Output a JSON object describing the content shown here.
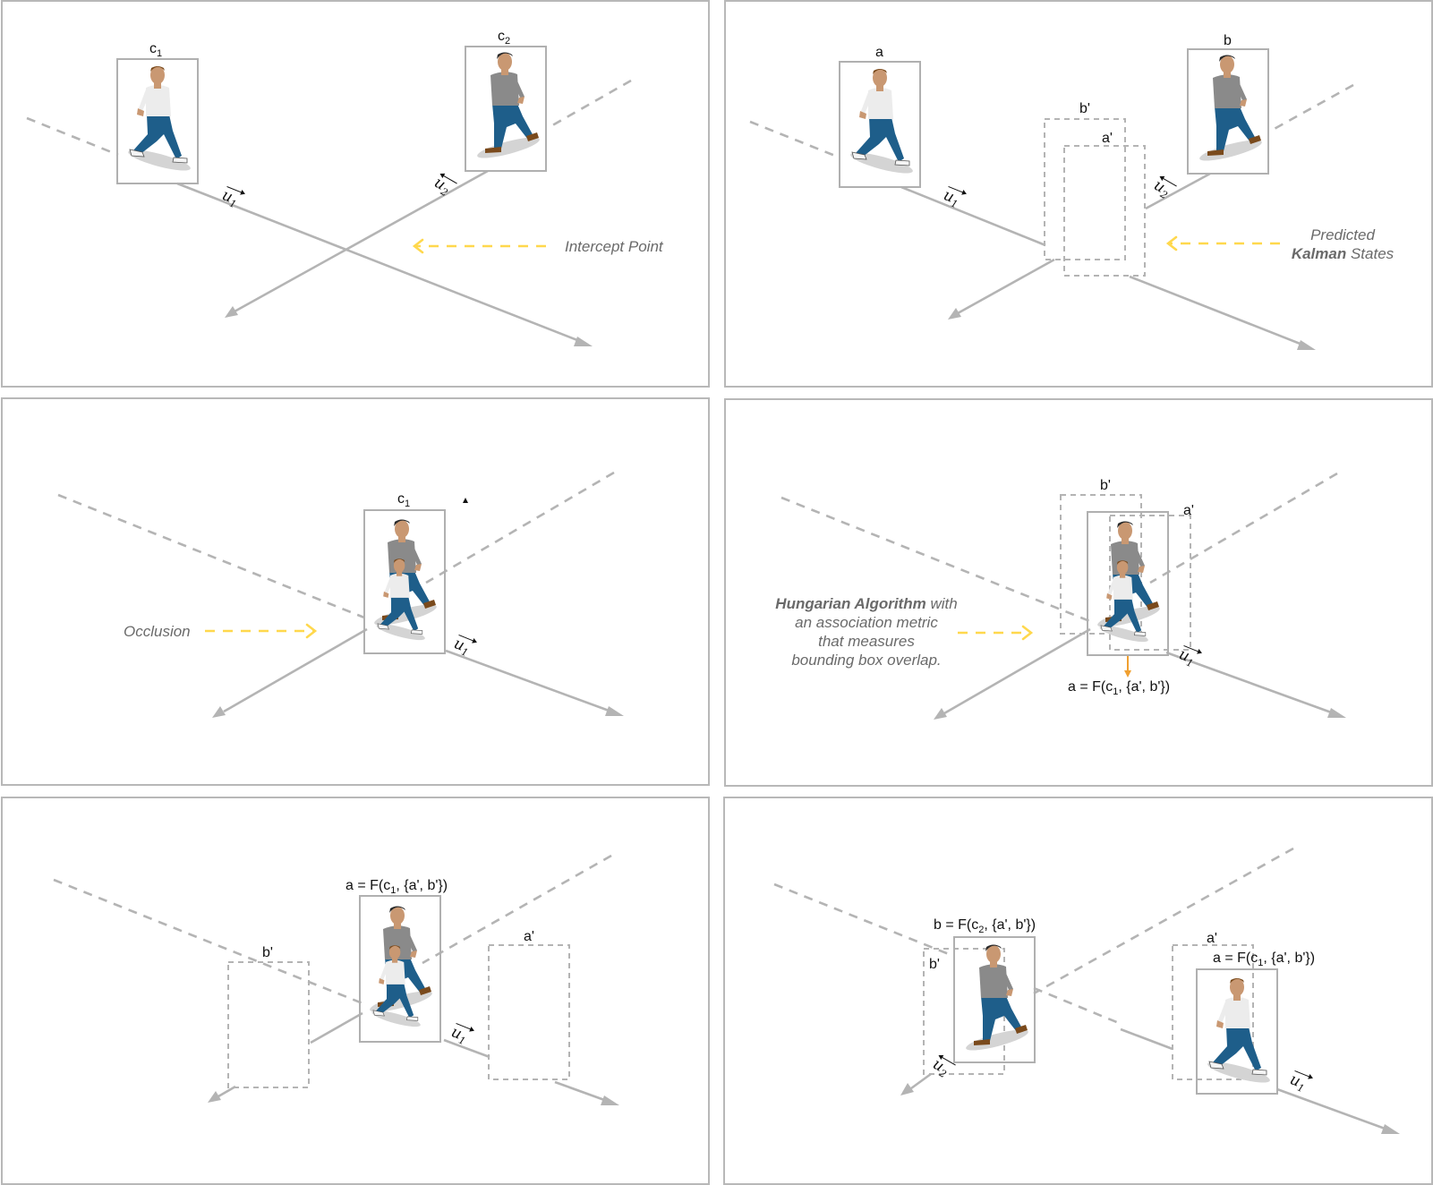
{
  "panels": [
    {
      "id": "p1",
      "labels": {
        "c1": "c",
        "c1_sub": "1",
        "c2": "c",
        "c2_sub": "2"
      },
      "vectors": {
        "u1": "u",
        "u1_sub": "1",
        "u2": "u",
        "u2_sub": "2"
      },
      "note": "Intercept Point"
    },
    {
      "id": "p2",
      "labels": {
        "a": "a",
        "b": "b",
        "b_pred": "b'",
        "a_pred": "a'"
      },
      "vectors": {
        "u1": "u",
        "u1_sub": "1",
        "u2": "u",
        "u2_sub": "2"
      },
      "note_line1": "Predicted",
      "note_line2_bold": "Kalman",
      "note_line2_rest": " States"
    },
    {
      "id": "p3",
      "labels": {
        "c1": "c",
        "c1_sub": "1"
      },
      "vectors": {
        "u1": "u",
        "u1_sub": "1"
      },
      "note": "Occlusion"
    },
    {
      "id": "p4",
      "labels": {
        "b_pred": "b'",
        "a_pred": "a'",
        "formula_pre": "a = F(c",
        "formula_sub": "1",
        "formula_post": ", {a', b'})"
      },
      "vectors": {
        "u1": "u",
        "u1_sub": "1"
      },
      "note_bold": "Hungarian Algorithm",
      "note_rest": " with",
      "note_line2": "an association metric",
      "note_line3": "that measures",
      "note_line4": "bounding box overlap."
    },
    {
      "id": "p5",
      "labels": {
        "formula_pre": "a = F(c",
        "formula_sub": "1",
        "formula_post": ", {a', b'})",
        "b_pred": "b'",
        "a_pred": "a'"
      },
      "vectors": {
        "u1": "u",
        "u1_sub": "1"
      }
    },
    {
      "id": "p6",
      "labels": {
        "formula_b_pre": "b = F(c",
        "formula_b_sub": "2",
        "formula_b_post": ", {a', b'})",
        "b_pred": "b'",
        "a_pred": "a'",
        "formula_a_pre": "a = F(c",
        "formula_a_sub": "1",
        "formula_a_post": ", {a', b'})"
      },
      "vectors": {
        "u1": "u",
        "u1_sub": "1",
        "u2": "u",
        "u2_sub": "2"
      }
    }
  ],
  "colors": {
    "path": "#b4b4b4",
    "hint_arrow": "#ffd84d",
    "pointer": "#f0a030",
    "frame": "#b8b8b8"
  },
  "icons": [
    "person-white-shirt-icon",
    "person-grey-shirt-icon",
    "person-pair-occluded-icon"
  ]
}
